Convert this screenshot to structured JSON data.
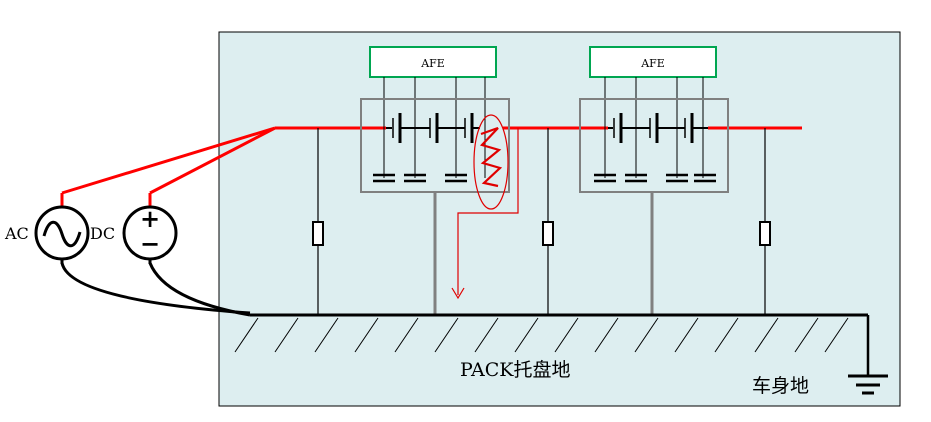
{
  "modules": [
    {
      "afe_label": "AFE"
    },
    {
      "afe_label": "AFE"
    }
  ],
  "sources": {
    "ac_label": "AC",
    "dc_label": "DC",
    "dc_plus": "+",
    "dc_minus": "−"
  },
  "grounds": {
    "pack_tray_label": "PACK托盘地",
    "vehicle_body_label": "车身地"
  },
  "colors": {
    "panel_fill": "#ddeef0",
    "hv_line": "#ff0000",
    "afe_border": "#00a651",
    "module_border": "#808080",
    "fault_path": "#e00000"
  }
}
